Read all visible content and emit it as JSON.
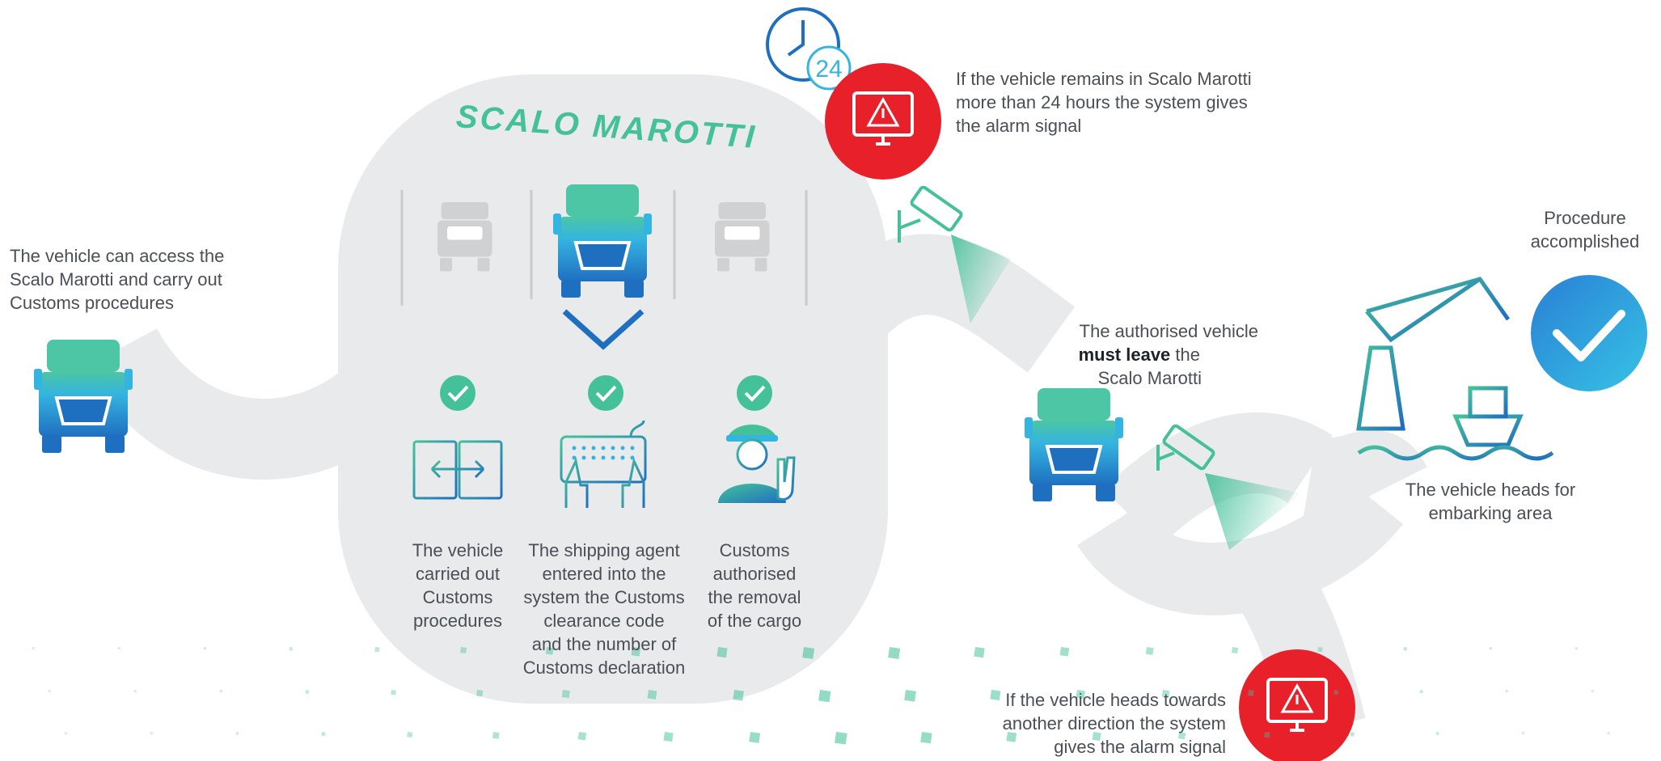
{
  "title": "SCALO MAROTTI",
  "intro_text": [
    "The vehicle can access the",
    "Scalo Marotti and carry out",
    "Customs procedures"
  ],
  "alarm_top": {
    "clock_badge": "24",
    "text": [
      "If the vehicle remains in Scalo Marotti",
      "more than 24 hours the system gives",
      "the alarm signal"
    ]
  },
  "steps": [
    {
      "text": [
        "The vehicle",
        "carried out",
        "Customs",
        "procedures"
      ]
    },
    {
      "text": [
        "The shipping agent",
        "entered into the",
        "system the Customs",
        "clearance code",
        "and the number of",
        "Customs declaration"
      ]
    },
    {
      "text": [
        "Customs",
        "authorised",
        "the removal",
        "of the cargo"
      ]
    }
  ],
  "authorised": {
    "line1": "The authorised vehicle",
    "bold": "must leave",
    "after_bold": " the",
    "line3": "Scalo Marotti"
  },
  "procedure": [
    "Procedure",
    "accomplished"
  ],
  "embark": [
    "The vehicle heads for",
    "embarking area"
  ],
  "alarm_bottom": {
    "text": [
      "If the vehicle heads towards",
      "another direction the system",
      "gives the alarm signal"
    ]
  },
  "colors": {
    "road": "#e9eaeb",
    "teal": "#45c19a",
    "blue_dark": "#1f6fc0",
    "blue_light": "#34b4e0",
    "alarm": "#e8202a",
    "grey_truck": "#cfd1d3",
    "text": "#4a4f57"
  }
}
